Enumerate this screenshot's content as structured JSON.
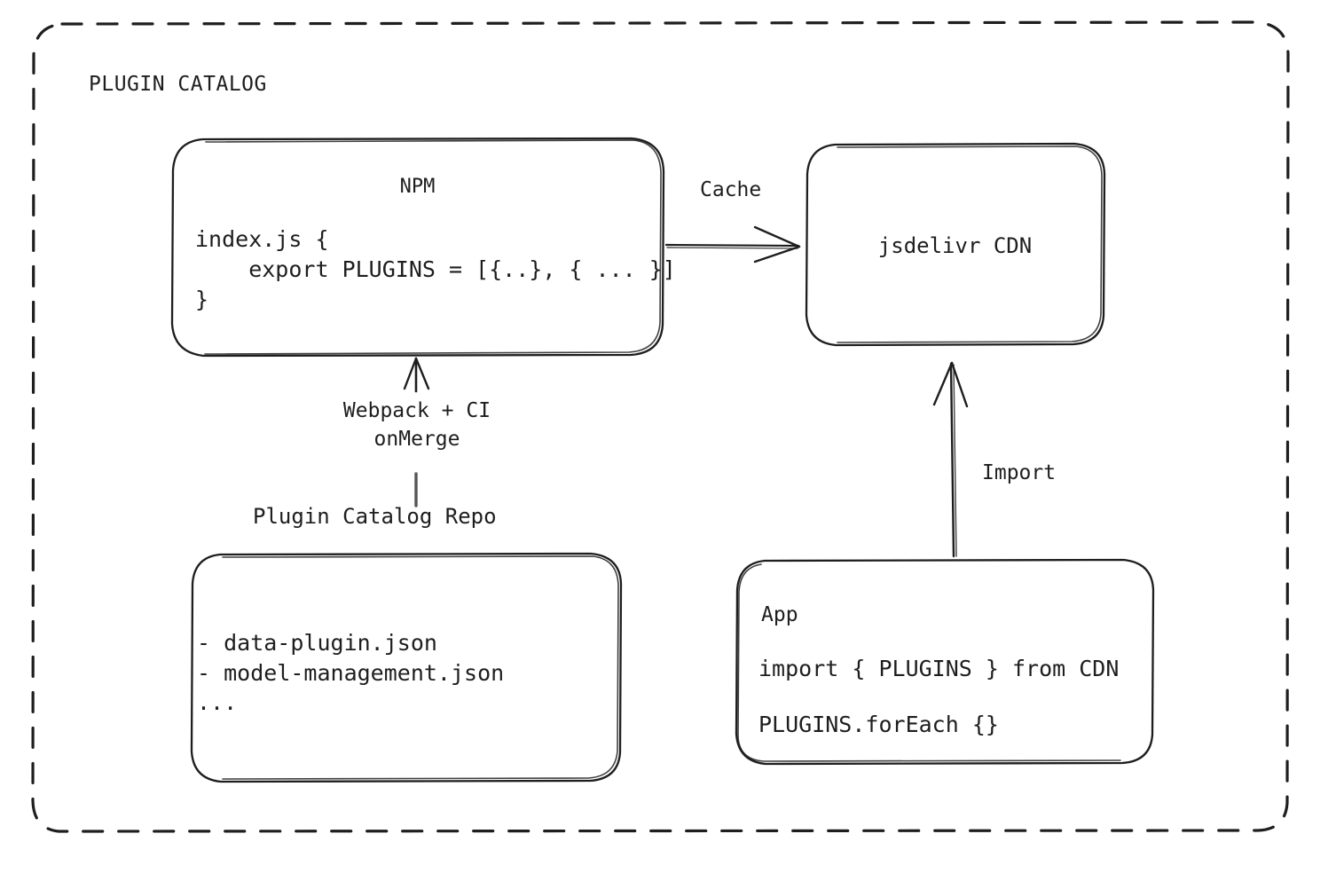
{
  "diagram": {
    "title": "PLUGIN CATALOG",
    "stroke_color": "#1e1e1e",
    "background_color": "#ffffff",
    "nodes": {
      "npm": {
        "title": "NPM",
        "code": "index.js {\n    export PLUGINS = [{..}, { ... }]\n}"
      },
      "cdn": {
        "title": "jsdelivr CDN"
      },
      "repo": {
        "caption": "Plugin Catalog Repo",
        "files": "- data-plugin.json\n- model-management.json\n..."
      },
      "app": {
        "title": "App",
        "line1": "import { PLUGINS } from CDN",
        "line2": "PLUGINS.forEach {}"
      }
    },
    "edges": {
      "cache": "Cache",
      "build": "Webpack + CI\nonMerge",
      "import": "Import"
    }
  }
}
